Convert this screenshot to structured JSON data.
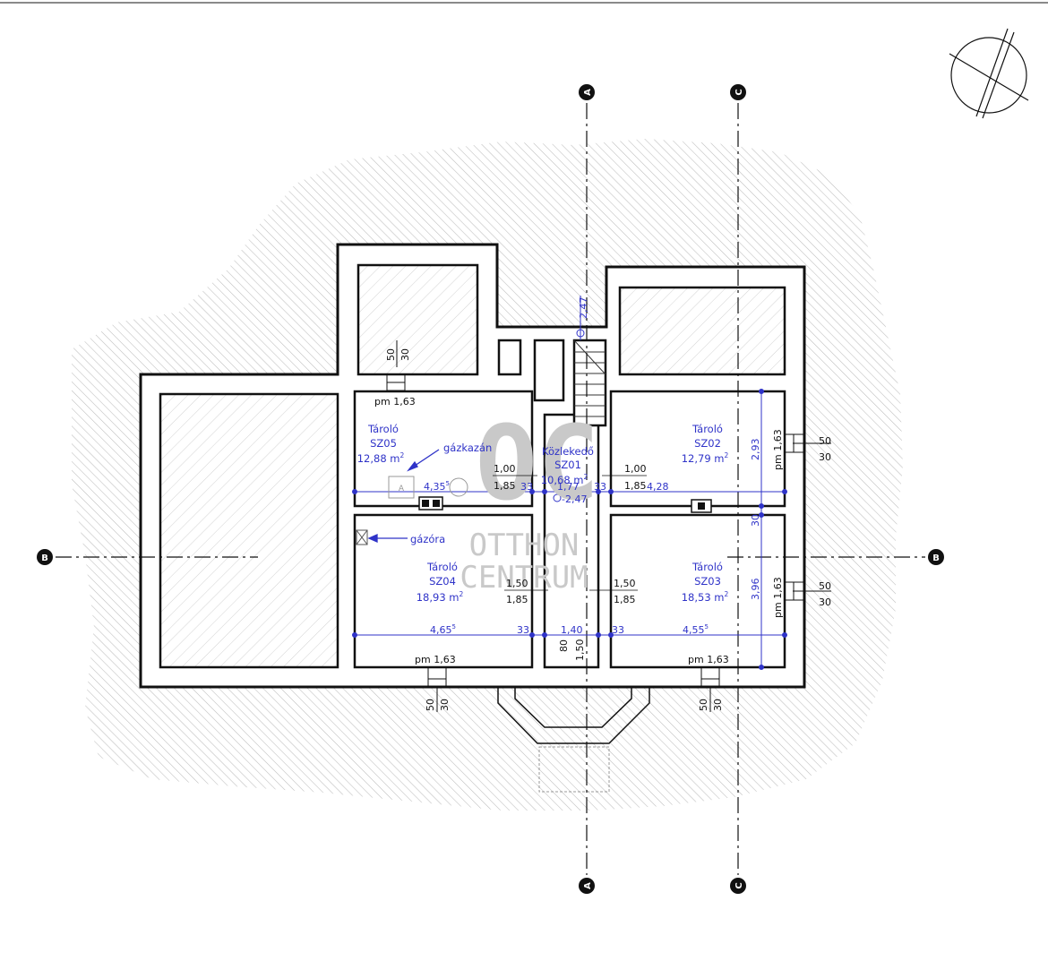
{
  "colors": {
    "wall": "#111111",
    "dimension": "#2f33c8",
    "hatch": "#bdbdbd",
    "watermark": "#c9c9c9"
  },
  "rooms": [
    {
      "id": "SZ05",
      "name": "Tároló",
      "code": "SZ05",
      "area": "12,88 m"
    },
    {
      "id": "SZ01",
      "name": "Közlekedő",
      "code": "SZ01",
      "area": "10,68 m"
    },
    {
      "id": "SZ02",
      "name": "Tároló",
      "code": "SZ02",
      "area": "12,79 m"
    },
    {
      "id": "SZ04",
      "name": "Tároló",
      "code": "SZ04",
      "area": "18,93 m"
    },
    {
      "id": "SZ03",
      "name": "Tároló",
      "code": "SZ03",
      "area": "18,53 m"
    }
  ],
  "area_superscript": "2",
  "equipment": {
    "boiler": "gázkazán",
    "gas_meter": "gázóra"
  },
  "section_markers": {
    "a": "A",
    "b": "B",
    "c": "C"
  },
  "window_labels": {
    "pm": "pm",
    "sill": "1,63",
    "w50": "50",
    "w30": "30"
  },
  "dimensions": {
    "stair_top": "2,47",
    "mid_level": "-2,47",
    "sz05_width": "4,35",
    "sz05_width_sup": "5",
    "door_1_00_a": "1,00",
    "door_1_85_a": "1,85",
    "d33_a": "33",
    "corridor_1_77": "1,77",
    "d33_b": "33",
    "door_1_00_b": "1,00",
    "door_1_85_b": "1,85",
    "sz02_width": "4,28",
    "sz02_height": "2,93",
    "d30_wall": "30",
    "sz03_height": "3,96",
    "door_1_50_a": "1,50",
    "door_1_85_c": "1,85",
    "door_1_50_b": "1,50",
    "door_1_85_d": "1,85",
    "sz04_width": "4,65",
    "sz04_width_sup": "5",
    "d33_c": "33",
    "corridor_1_40": "1,40",
    "d33_d": "33",
    "sz03_width": "4,55",
    "sz03_width_sup": "5",
    "entry_80": "80",
    "entry_1_50": "1,50"
  },
  "watermark": {
    "logo": "OC",
    "line1": "OTTHON",
    "line2": "CENTRUM"
  }
}
